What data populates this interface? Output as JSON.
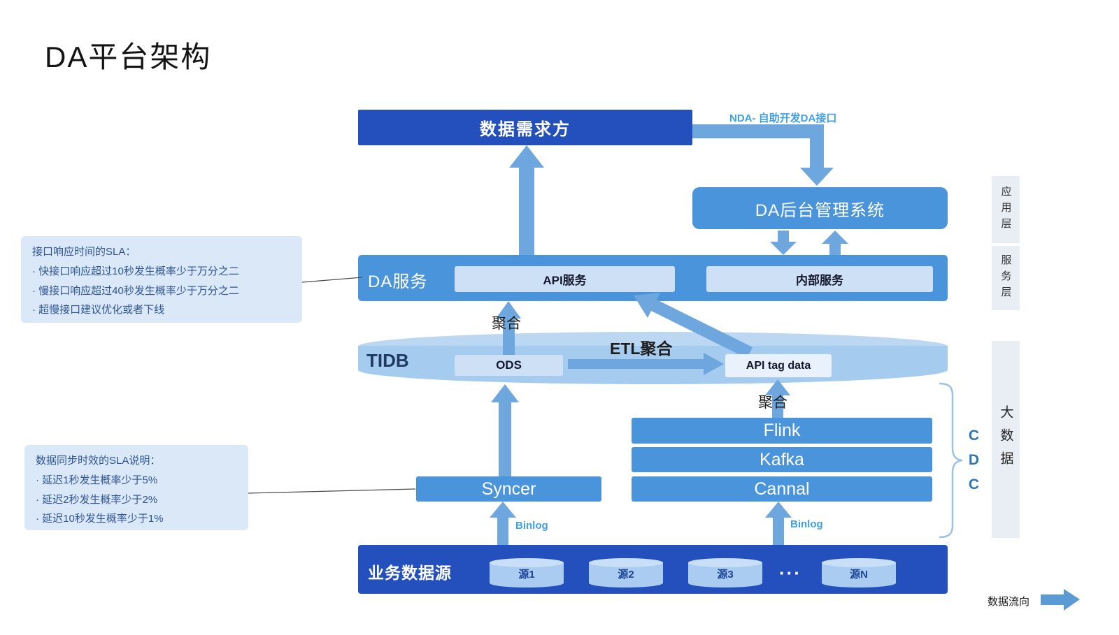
{
  "title": "DA平台架构",
  "nodes": {
    "consumer": "数据需求方",
    "admin": "DA后台管理系统",
    "da_service": "DA服务",
    "api_service": "API服务",
    "internal_service": "内部服务",
    "tidb": "TIDB",
    "ods": "ODS",
    "api_tag": "API tag data",
    "flink": "Flink",
    "kafka": "Kafka",
    "cannal": "Cannal",
    "syncer": "Syncer",
    "source_bar": "业务数据源",
    "sources": [
      "源1",
      "源2",
      "源3",
      "源N"
    ]
  },
  "labels": {
    "nda": "NDA- 自助开发DA接口",
    "juhe_top": "聚合",
    "etl": "ETL聚合",
    "juhe_mid": "聚合",
    "binlog_left": "Binlog",
    "binlog_right": "Binlog",
    "ellipsis": "···"
  },
  "sla_api": {
    "title": "接口响应时间的SLA：",
    "lines": [
      "· 快接口响应超过10秒发生概率少于万分之二",
      "· 慢接口响应超过40秒发生概率少于万分之二",
      "· 超慢接口建议优化或者下线"
    ]
  },
  "sla_sync": {
    "title": "数据同步时效的SLA说明：",
    "lines": [
      "· 延迟1秒发生概率少于5%",
      "· 延迟2秒发生概率少于2%",
      "· 延迟10秒发生概率少于1%"
    ]
  },
  "side": {
    "app_layer": "应用层",
    "service_layer": "服务层",
    "big_data": "大数据",
    "cdc": "CDC"
  },
  "legend": {
    "flow": "数据流向"
  },
  "colors": {
    "dark_blue": "#2450BE",
    "mid_blue": "#4A94DC",
    "light_box": "#CDE0F6",
    "band_blue": "#A5CBEF",
    "band_top": "#BCD7F2",
    "arrow_blue": "#6EA6DE",
    "sla_bg": "#DAE8F7",
    "sla_text": "#2F5597",
    "accent_text": "#3FA0E8",
    "side_bg": "#E9EDF4",
    "cdc_text": "#2E75B6"
  }
}
